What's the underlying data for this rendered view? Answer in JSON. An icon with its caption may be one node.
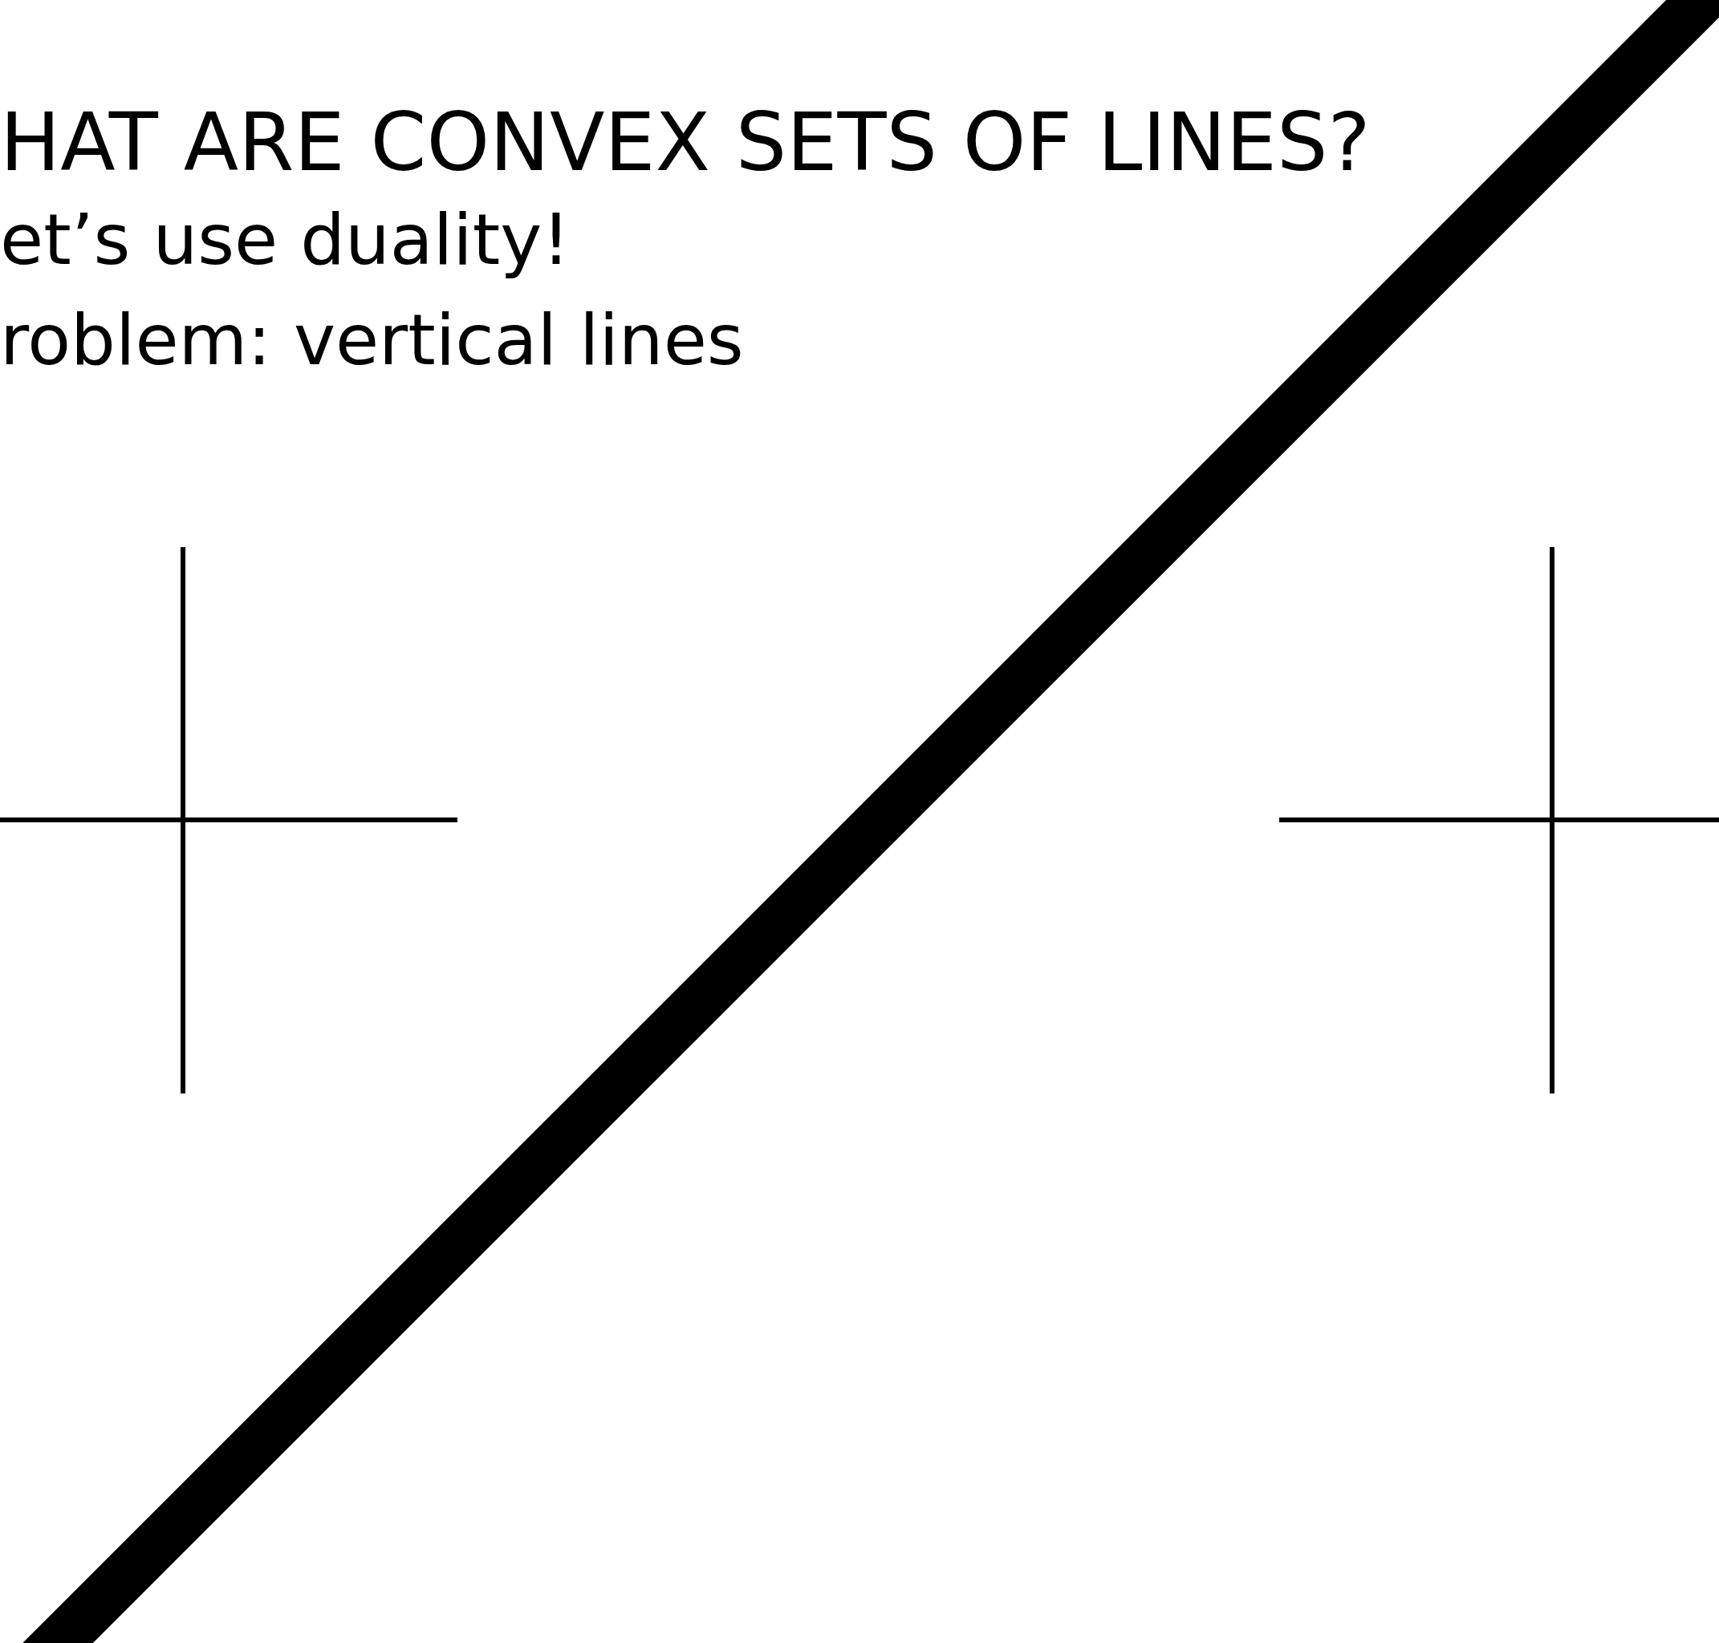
{
  "diagram": {
    "labels": [
      "HAT ARE CONVEX SETS OF LINES?",
      "et’s use duality!",
      "roblem: vertical lines"
    ]
  }
}
